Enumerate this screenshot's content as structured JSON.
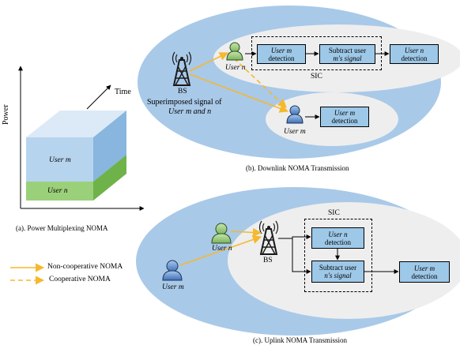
{
  "panel_a": {
    "time_label": "Time",
    "power_label": "Power",
    "user_m_label": "User m",
    "user_n_label": "User n",
    "caption": "(a).  Power Multiplexing  NOMA"
  },
  "legend": {
    "non_cooperative": "Non-cooperative NOMA",
    "cooperative": "Cooperative NOMA",
    "solid_color": "#f5b82e",
    "dashed_color": "#f5b82e"
  },
  "panel_b": {
    "bs_label": "BS",
    "superimposed_line1": "Superimposed signal of",
    "superimposed_line2": "User m and n",
    "user_n_label": "User n",
    "user_m_label": "User m",
    "box_user_m_detection": [
      "User m",
      "detection"
    ],
    "box_subtract": [
      "Subtract user",
      "m's signal"
    ],
    "box_user_n_detection": [
      "User n",
      "detection"
    ],
    "sic_label": "SIC",
    "box_user_m_detection_2": [
      "User m",
      "detection"
    ],
    "caption": "(b). Downlink NOMA Transmission"
  },
  "panel_c": {
    "sic_label": "SIC",
    "user_n_label": "User n",
    "user_m_label": "User m",
    "bs_label": "BS",
    "box_user_n_detection": [
      "User n",
      "detection"
    ],
    "box_subtract": [
      "Subtract user",
      "n's signal"
    ],
    "box_user_m_detection": [
      "User m",
      "detection"
    ],
    "caption": "(c). Uplink NOMA Transmission"
  },
  "colors": {
    "outer_ellipse": "#a9c9e8",
    "inner_ellipse": "#eeeeee",
    "box_fill": "#9ec8e8",
    "cube_blue": "#b7d4ee",
    "cube_green": "#9bd07a",
    "arrow_yellow": "#f5b82e",
    "user_green": "#9bcf7a",
    "user_blue": "#5b8fd0"
  }
}
